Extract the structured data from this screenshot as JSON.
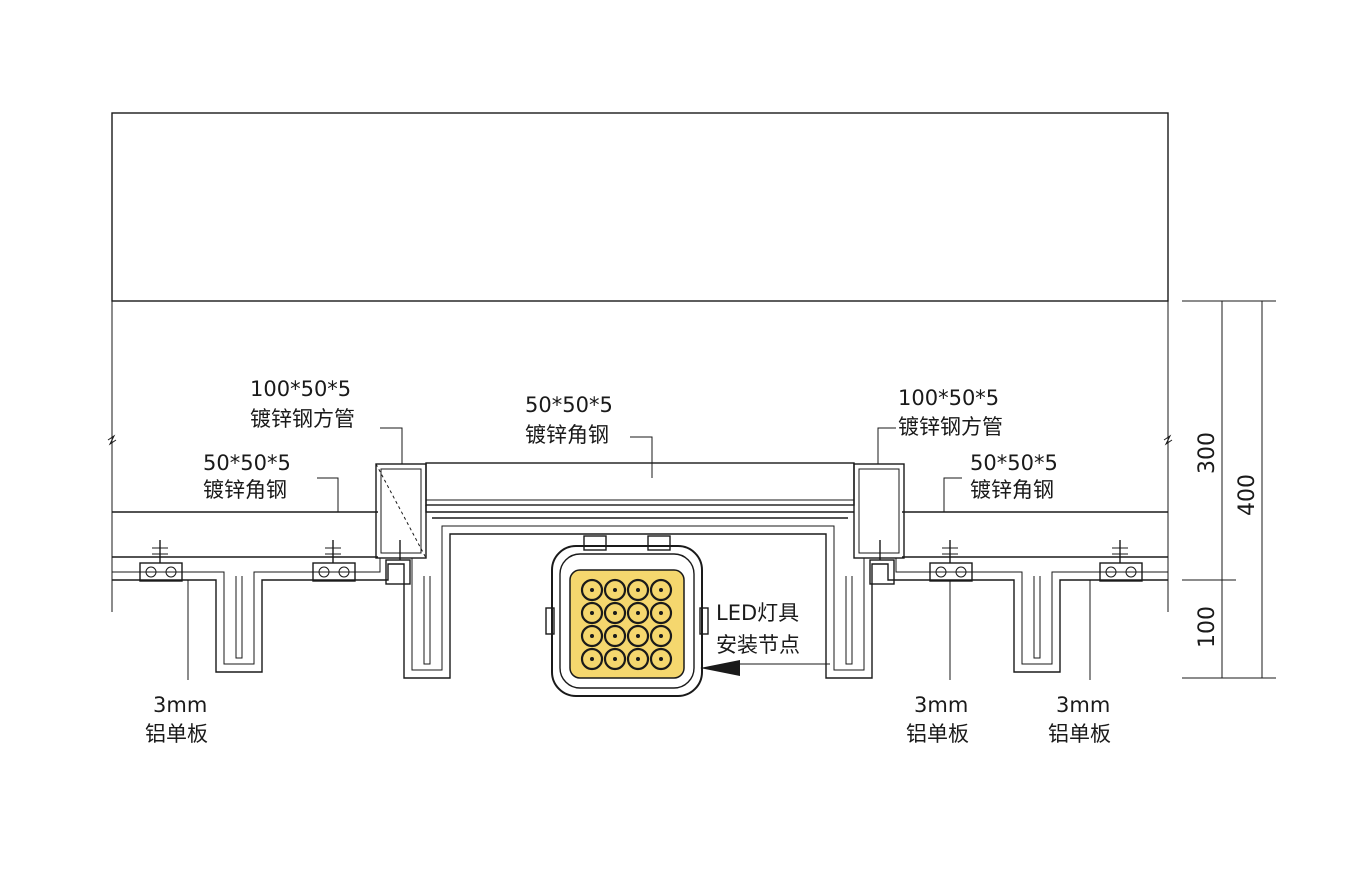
{
  "drawing": {
    "labels": {
      "left_square_tube_size": "100*50*5",
      "left_square_tube_name": "镀锌钢方管",
      "left_angle_size": "50*50*5",
      "left_angle_name": "镀锌角钢",
      "center_angle_size": "50*50*5",
      "center_angle_name": "镀锌角钢",
      "right_square_tube_size": "100*50*5",
      "right_square_tube_name": "镀锌钢方管",
      "right_angle_size": "50*50*5",
      "right_angle_name": "镀锌角钢",
      "led_line1": "LED灯具",
      "led_line2": "安装节点",
      "panel_left_thk": "3mm",
      "panel_left_name": "铝单板",
      "panel_mid_thk": "3mm",
      "panel_mid_name": "铝单板",
      "panel_right_thk": "3mm",
      "panel_right_name": "铝单板"
    },
    "dimensions": {
      "upper": "300",
      "total": "400",
      "lower": "100"
    },
    "colors": {
      "line": "#1a1a1a",
      "led_fill": "#f5d76e"
    }
  }
}
